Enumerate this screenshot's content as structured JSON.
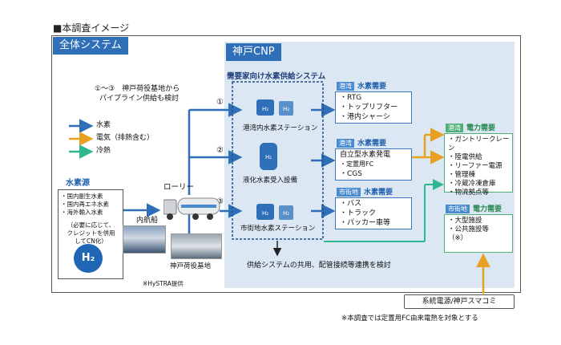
{
  "page_heading": "■本調査イメージ",
  "system_tag": "全体システム",
  "cnp_tag": "神戸CNP",
  "note_pipeline": [
    "①～③　神戸荷役基地から",
    "パイプライン供給も検討"
  ],
  "legend": [
    {
      "label": "水素",
      "color": "#2f6fb7"
    },
    {
      "label": "電気（排熱含む）",
      "color": "#e8a020"
    },
    {
      "label": "冷熱",
      "color": "#2fb890"
    }
  ],
  "supply_system_title": "需要家向け水素供給システム",
  "stations": {
    "port": "港湾内水素ステーション",
    "liquefied": "液化水素受入設備",
    "city": "市街地水素ステーション"
  },
  "circled_numbers": [
    "①",
    "②",
    "③"
  ],
  "hydrogen_source": {
    "title": "水素源",
    "items": [
      "・国内副生水素",
      "・国内再エネ水素",
      "・海外輸入水素"
    ],
    "note": [
      "（必要に応じて、",
      "クレジットを併用",
      "してCN化）"
    ],
    "badge": "H₂"
  },
  "lorry_label": "ローリー",
  "ship_label": "内航船",
  "base_label": "神戸荷役基地",
  "photo_credit": "※HySTRA提供",
  "demand_port_h2": {
    "chip": "港湾",
    "title": "水素需要",
    "items": [
      "・RTG",
      "・トップリフター",
      "・港内シャーシ"
    ]
  },
  "demand_power_gen": {
    "chip": "港湾",
    "title": "水素需要",
    "items": [
      "自立型水素発電",
      "・定置用FC",
      "・CGS"
    ]
  },
  "demand_city_h2": {
    "chip": "市街地",
    "title": "水素需要",
    "items": [
      "・バス",
      "・トラック",
      "・パッカー車等"
    ]
  },
  "power_port": {
    "chip": "港湾",
    "title": "電力需要",
    "items": [
      "・ガントリークレーン",
      "・陸電供給",
      "・リーファー電源",
      "・管理棟",
      "・冷蔵冷凍倉庫",
      "・物流拠点等"
    ]
  },
  "power_city": {
    "chip": "市街地",
    "title": "電力需要",
    "items": [
      "・大型施設",
      "・公共施設等",
      "（※）"
    ]
  },
  "shared_use_note": "供給システムの共用、配管接続等連携を検討",
  "grid_box": "系統電源/神戸スマコミ",
  "footnote": "※本調査では定置用FC由来電熱を対象とする"
}
